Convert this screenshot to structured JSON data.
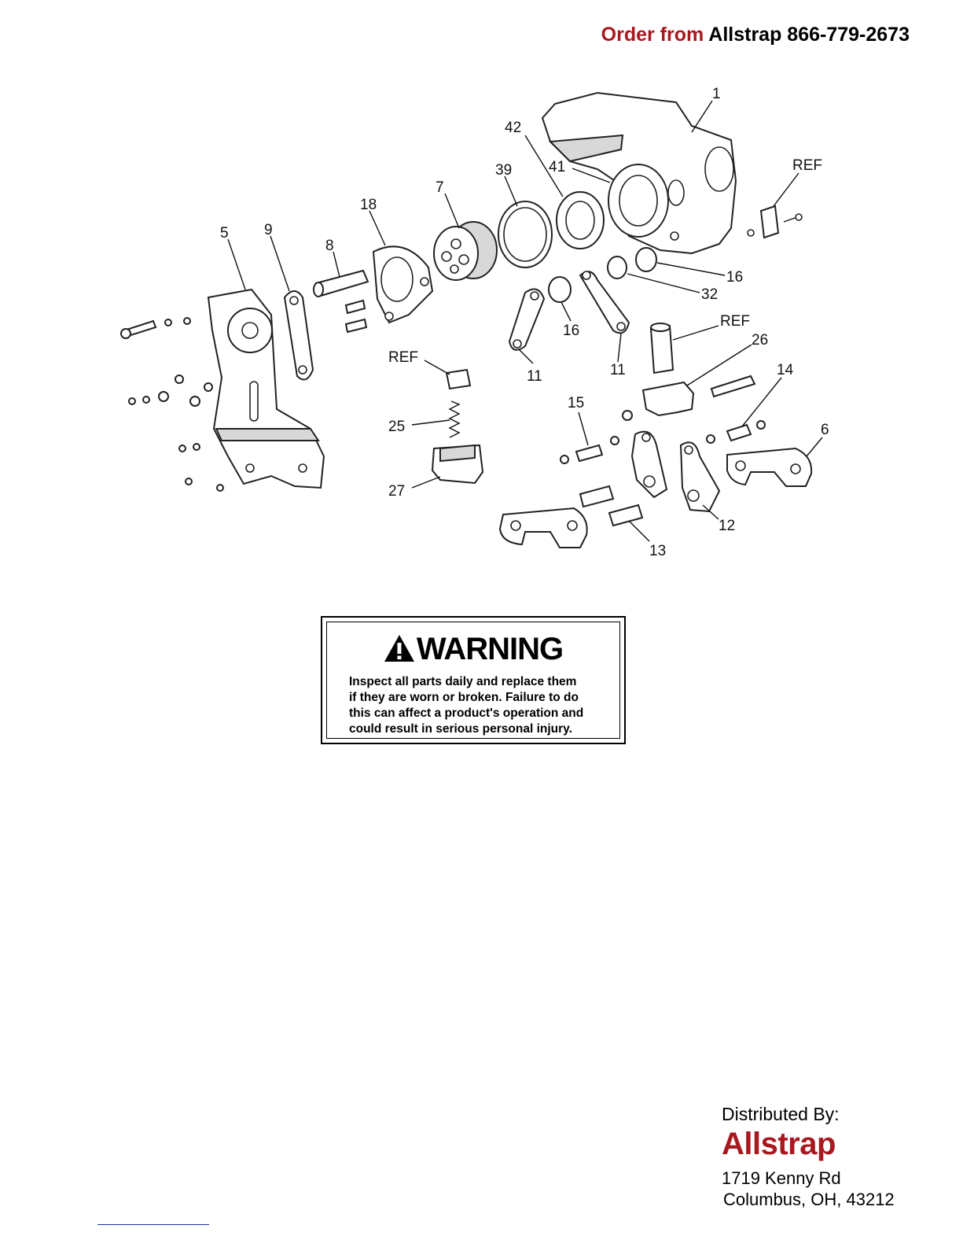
{
  "header": {
    "order_prefix": "Order from",
    "order_contact": "Allstrap 866-779-2673"
  },
  "diagram": {
    "callouts": [
      "1",
      "REF",
      "42",
      "41",
      "39",
      "7",
      "18",
      "9",
      "8",
      "5",
      "16",
      "32",
      "16",
      "11",
      "11",
      "REF",
      "26",
      "14",
      "REF",
      "25",
      "27",
      "15",
      "6",
      "12",
      "13"
    ]
  },
  "warning": {
    "heading": "WARNING",
    "lines": [
      "Inspect all parts daily and replace them",
      "if they are worn or broken. Failure to do",
      "this can affect a product's operation and",
      "could result in serious personal injury."
    ]
  },
  "distributor": {
    "label": "Distributed By:",
    "name": "Allstrap",
    "street": "1719 Kenny Rd",
    "city": "Columbus, OH, 43212"
  },
  "colors": {
    "brand_red": "#a8191f",
    "footer_link_blue": "#1a2ea8"
  }
}
